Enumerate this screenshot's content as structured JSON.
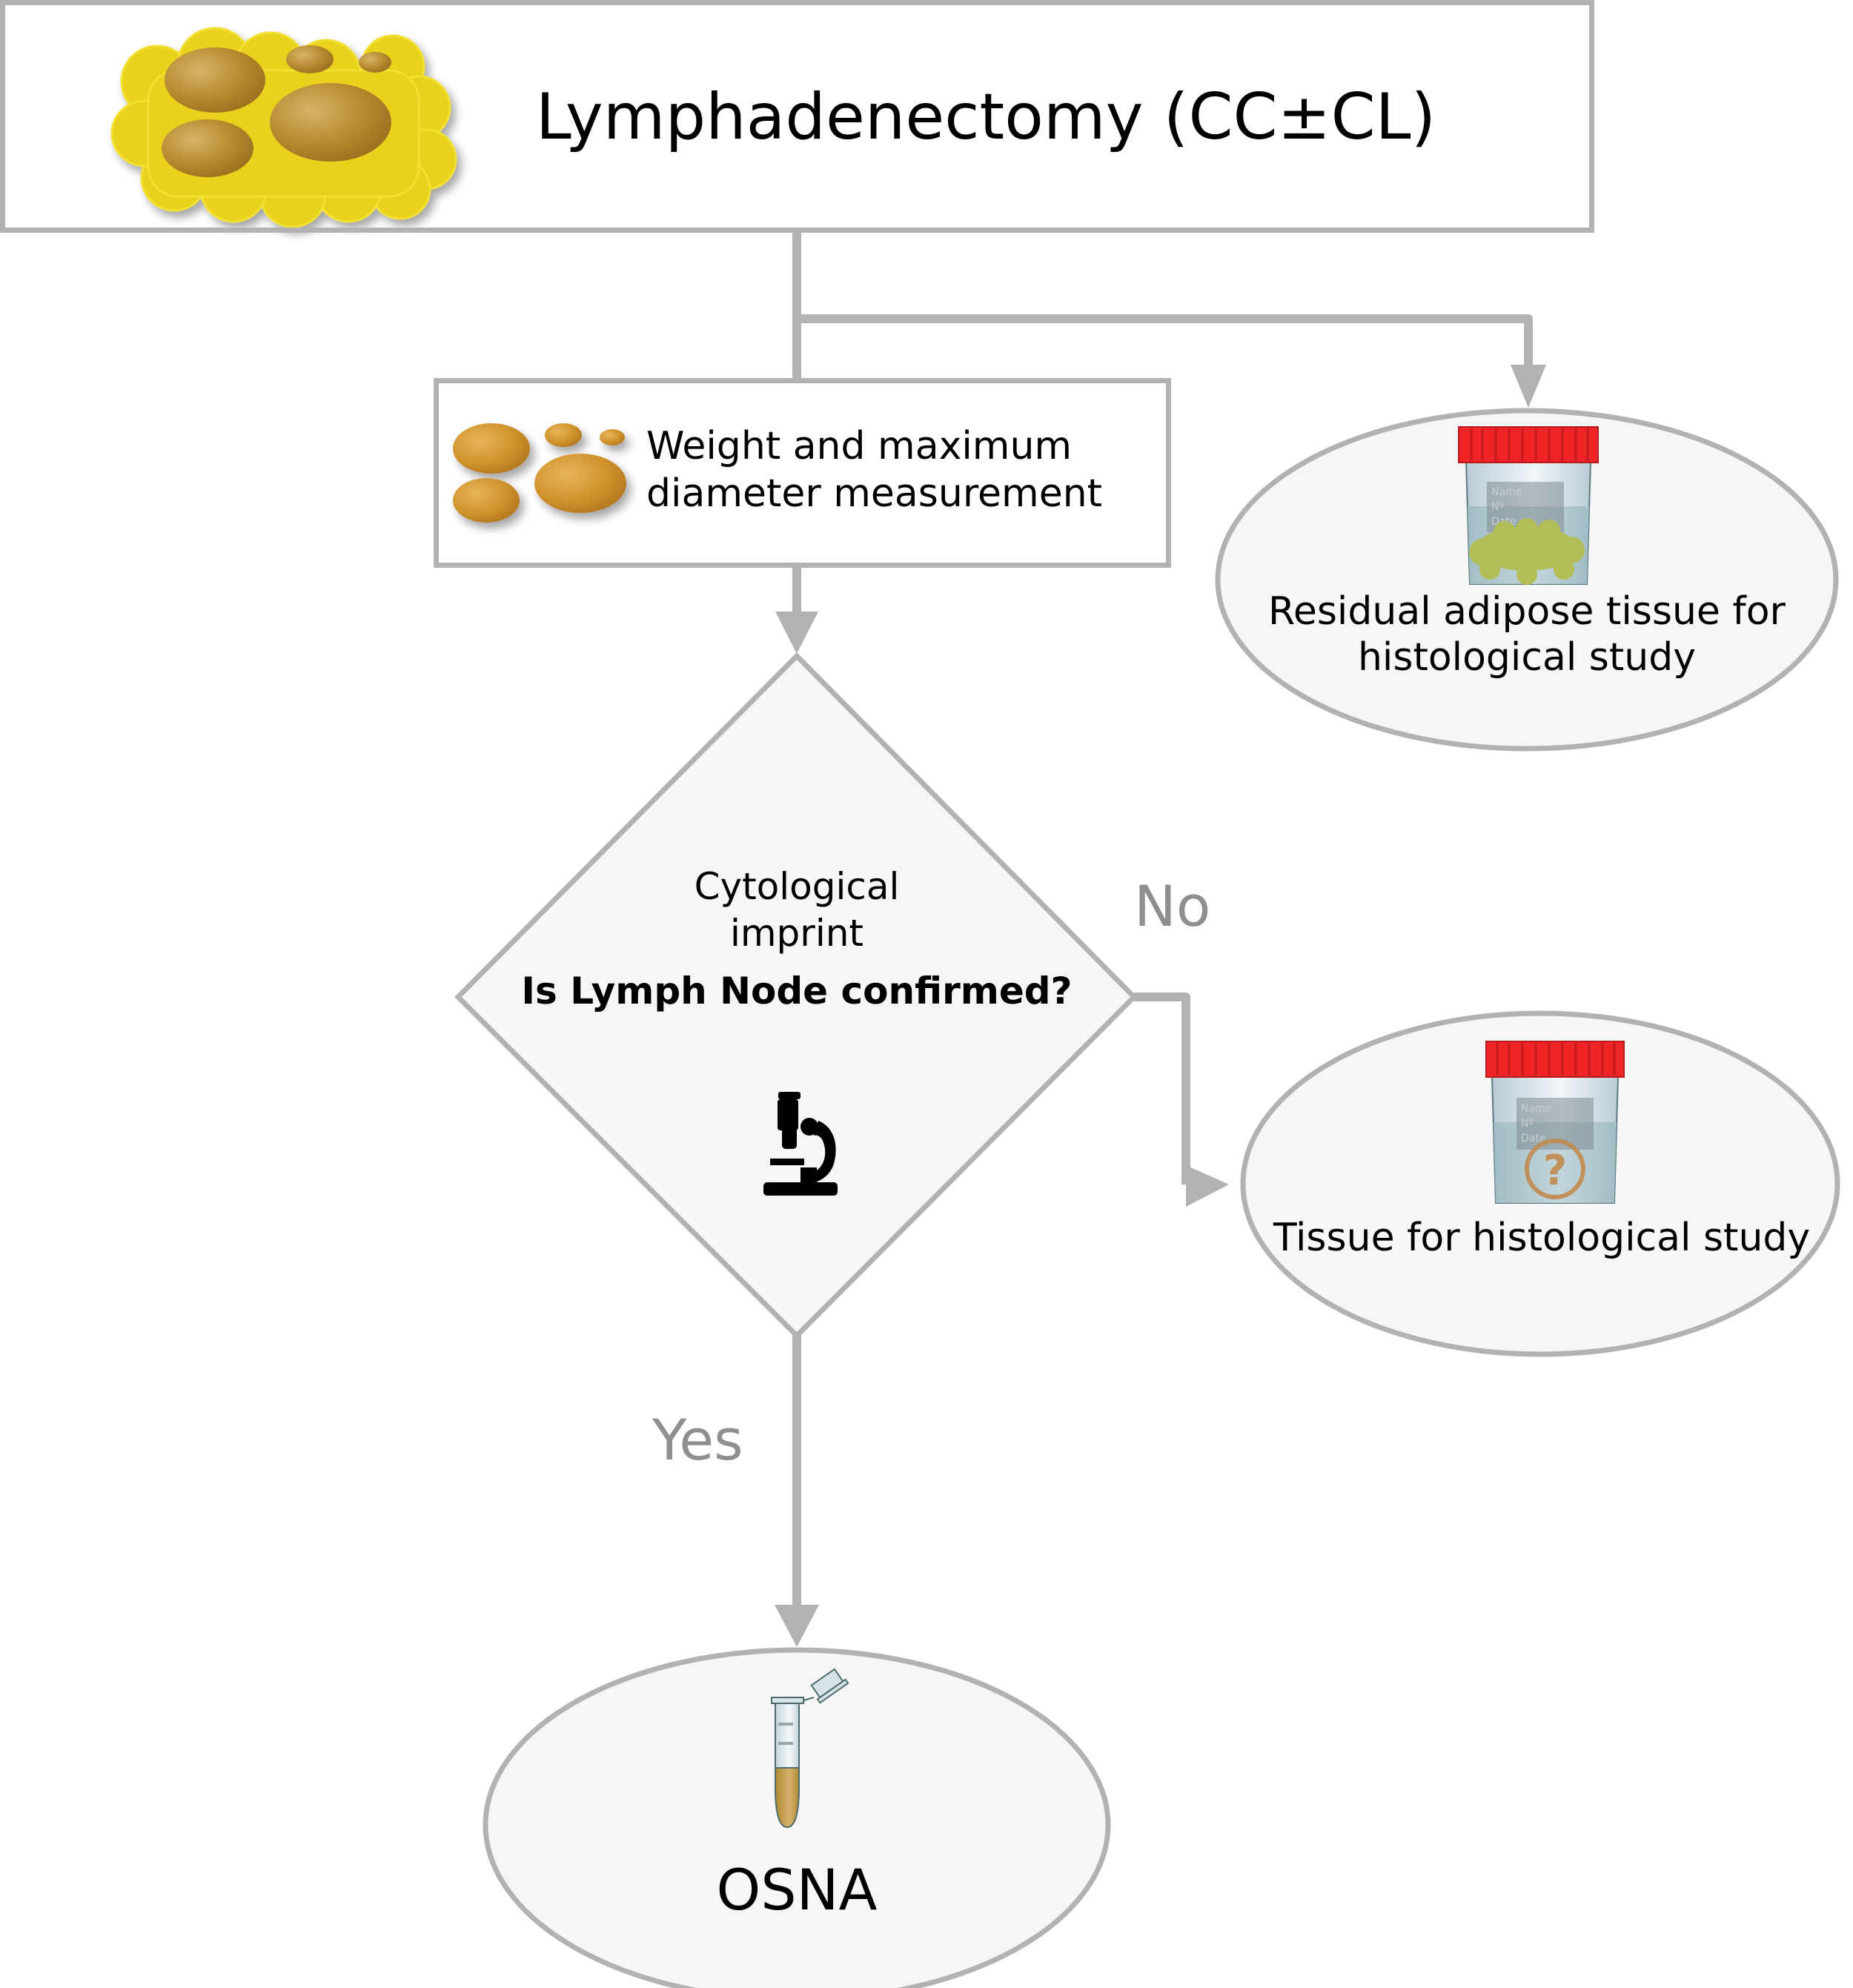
{
  "diagram": {
    "title": "Lymphadenectomy (CC±CL)",
    "colors": {
      "connector": "#b2b2b2",
      "node_fill": "#f6f6f6",
      "node_border": "#b2b2b2",
      "branch_label": "#8f8f8f",
      "text": "#000000",
      "fat_yellow": "#e8d21e",
      "node_brown": "#b5862a",
      "cap_red": "#ee2426",
      "adipose_green": "#b3bd55",
      "question_orange": "#c28a4e",
      "tube_liquid": "#b8923a"
    },
    "nodes": {
      "start": {
        "label": "Lymphadenectomy (CC±CL)",
        "icon": "adipose-tissue-with-lymph-nodes-icon"
      },
      "measure": {
        "label_lines": [
          "Weight and maximum",
          "diameter measurement"
        ],
        "icon": "lymph-nodes-icon"
      },
      "residual": {
        "label_lines": [
          "Residual adipose tissue for",
          "histological study"
        ],
        "icon": "specimen-jar-adipose-icon",
        "jar_label_lines": [
          "Name",
          "Nº",
          "Date"
        ]
      },
      "decision": {
        "line1": "Cytological",
        "line2": "imprint",
        "question": "Is Lymph Node confirmed?",
        "icon": "microscope-icon"
      },
      "histology": {
        "label": "Tissue for histological study",
        "icon": "specimen-jar-question-icon",
        "jar_label_lines": [
          "Name",
          "Nº",
          "Date"
        ],
        "question_mark": "?"
      },
      "osna": {
        "label": "OSNA",
        "icon": "microcentrifuge-tube-icon"
      }
    },
    "edges": [
      {
        "from": "start",
        "to": "measure",
        "label": ""
      },
      {
        "from": "start",
        "to": "residual",
        "label": ""
      },
      {
        "from": "measure",
        "to": "decision",
        "label": ""
      },
      {
        "from": "decision",
        "to": "histology",
        "label": "No"
      },
      {
        "from": "decision",
        "to": "osna",
        "label": "Yes"
      }
    ],
    "branch_labels": {
      "no": "No",
      "yes": "Yes"
    }
  }
}
